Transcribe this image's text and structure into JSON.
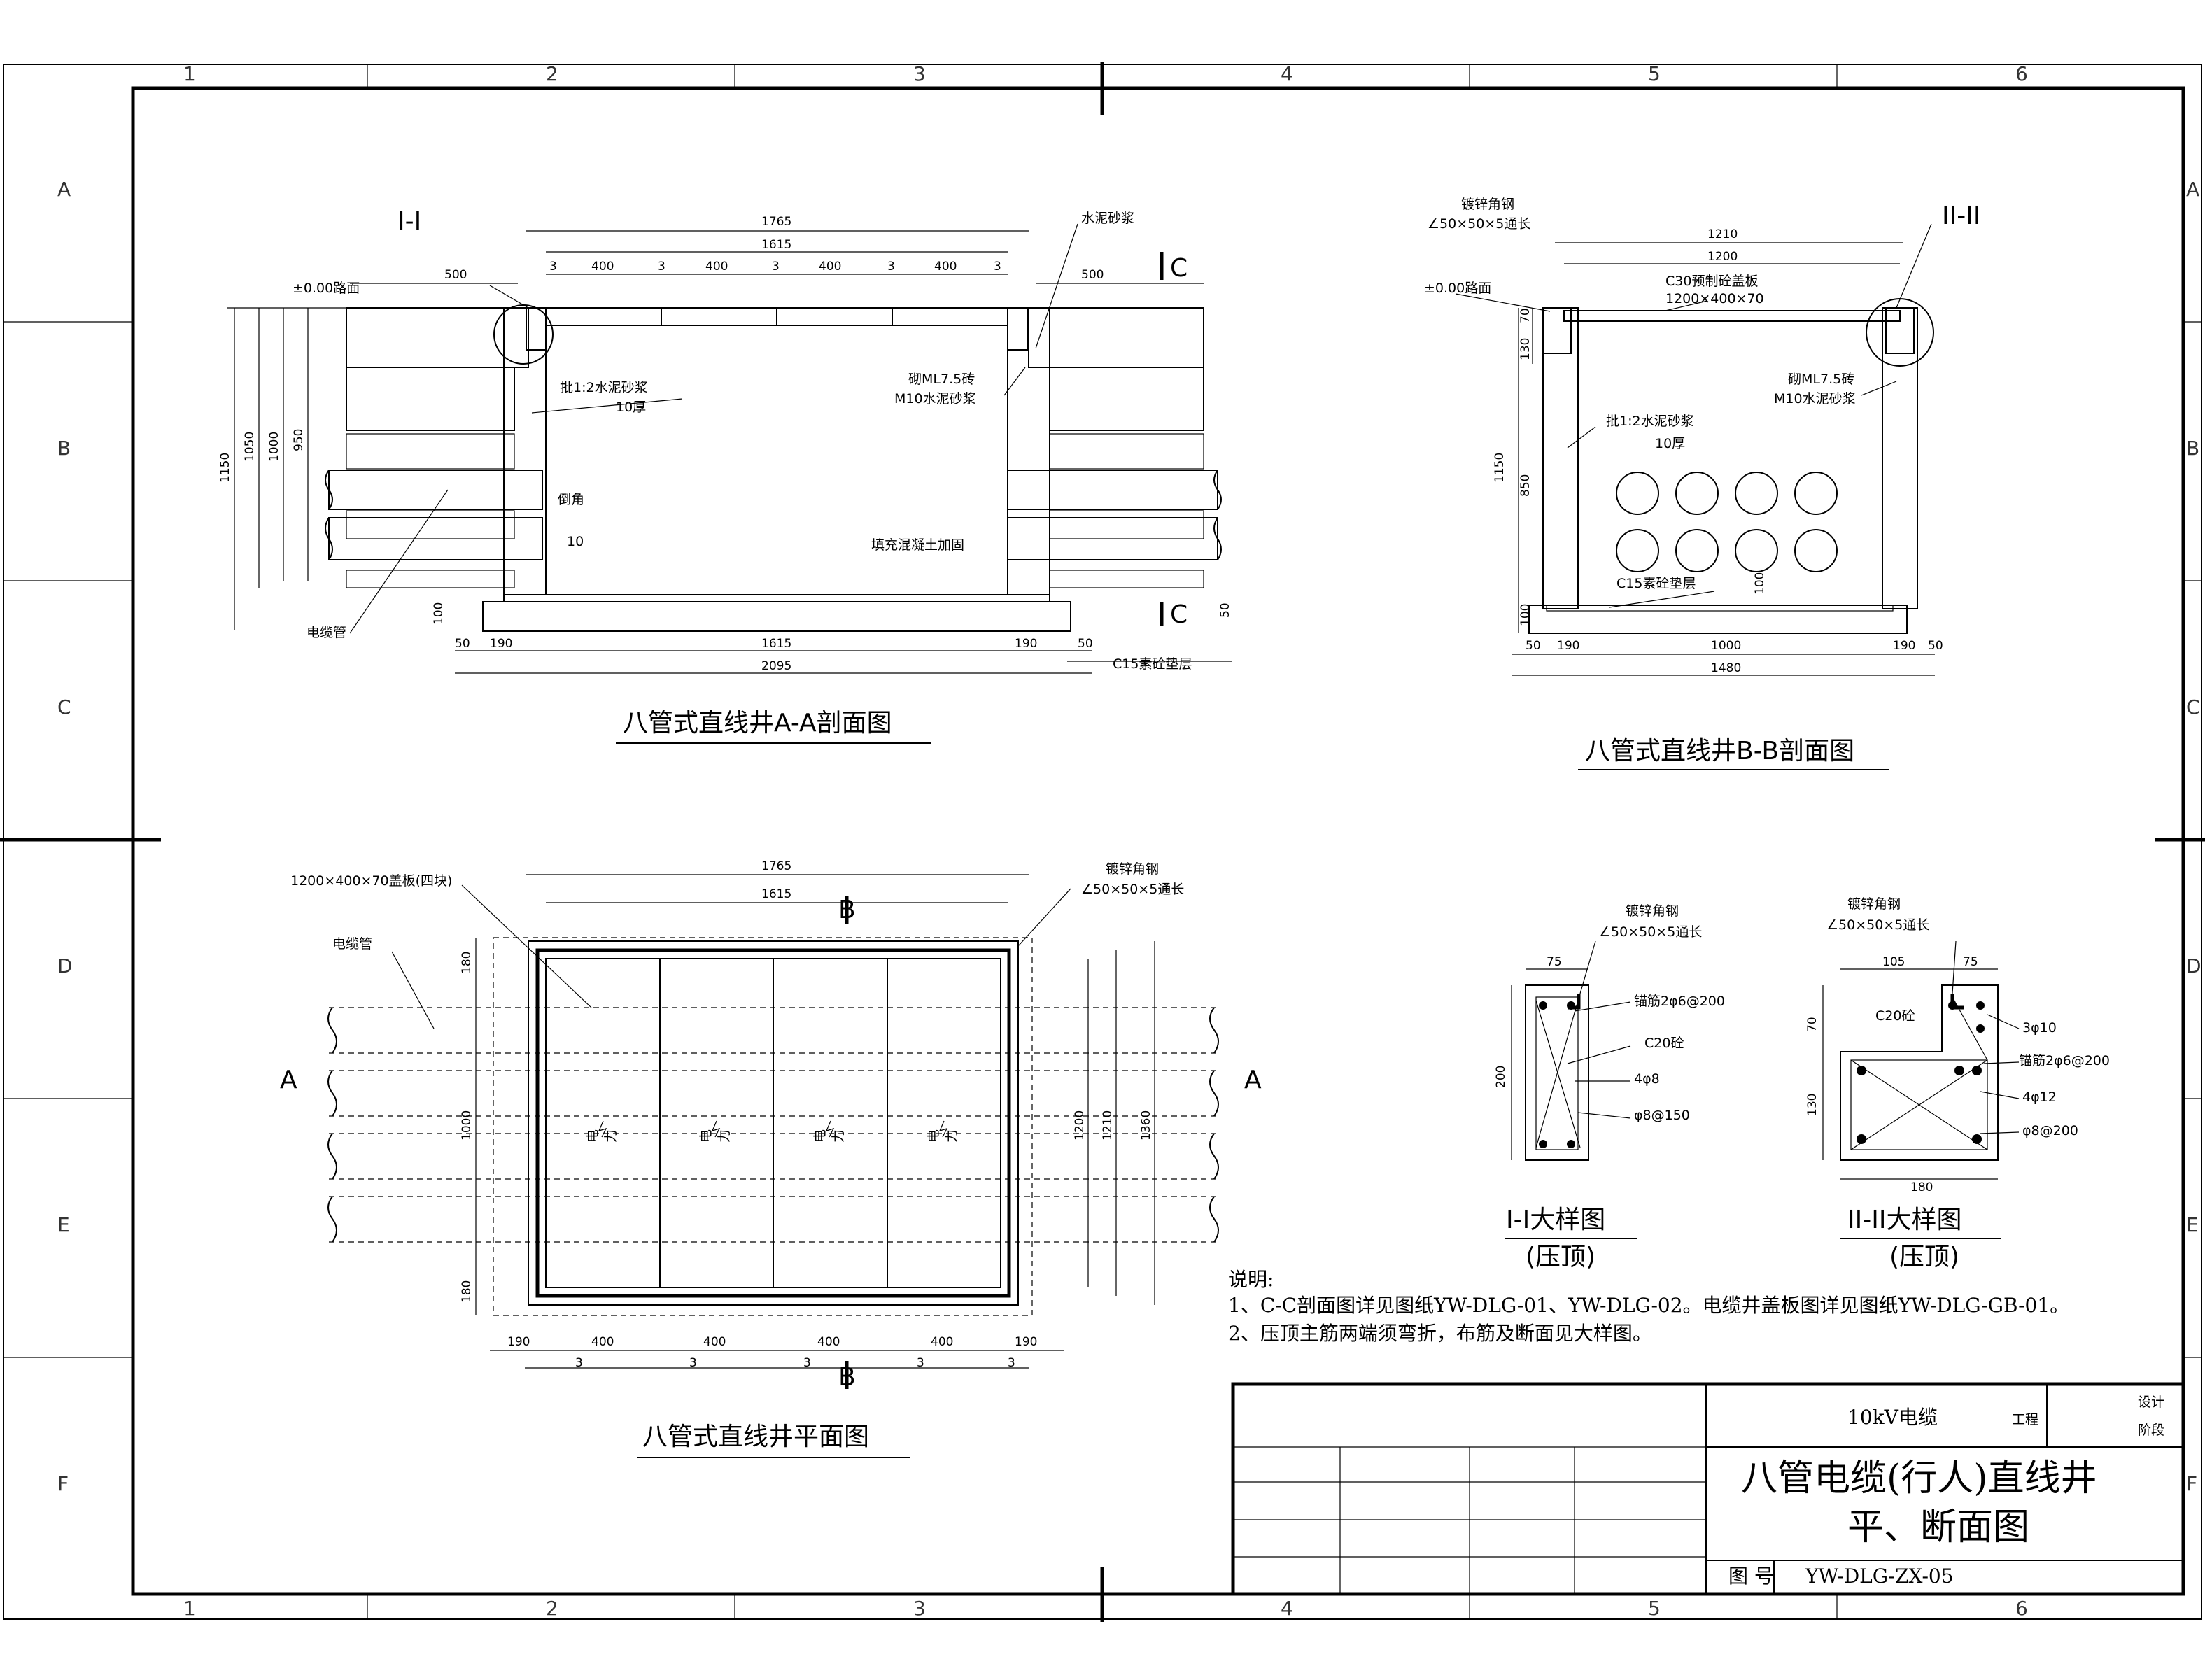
{
  "grid": {
    "cols": [
      "1",
      "2",
      "3",
      "4",
      "5",
      "6"
    ],
    "rows": [
      "A",
      "B",
      "C",
      "D",
      "E",
      "F"
    ]
  },
  "section_aa": {
    "title": "八管式直线井A-A剖面图",
    "detail_mark": "I-I",
    "section_mark": "C",
    "road_label": "±0.00路面",
    "dims_top": [
      "1765",
      "1615",
      "3",
      "400",
      "3",
      "400",
      "3",
      "400",
      "3",
      "400",
      "3",
      "500",
      "500"
    ],
    "dims_left": [
      "1150",
      "1050",
      "1000",
      "950"
    ],
    "dims_bottom": [
      "50",
      "190",
      "1615",
      "190",
      "50",
      "2095",
      "100",
      "50"
    ],
    "label_cement": "水泥砂浆",
    "label_plaster": "批1:2水泥砂浆",
    "label_plaster_thk": "10厚",
    "label_brick": "砌ML7.5砖",
    "label_mortar": "M10水泥砂浆",
    "label_chamfer": "倒角",
    "label_chamfer_dim": "10",
    "label_fill": "填充混凝土加固",
    "label_pipe": "电缆管",
    "label_base": "C15素砼垫层"
  },
  "section_bb": {
    "title": "八管式直线井B-B剖面图",
    "detail_mark": "II-II",
    "label_angle": "镀锌角钢",
    "label_angle_spec": "∠50×50×5通长",
    "road_label": "±0.00路面",
    "label_slab": "C30预制砼盖板",
    "label_slab_spec": "1200×400×70",
    "label_brick": "砌ML7.5砖",
    "label_mortar": "M10水泥砂浆",
    "label_plaster": "批1:2水泥砂浆",
    "label_plaster_thk": "10厚",
    "label_base": "C15素砼垫层",
    "dims_top": [
      "1210",
      "1200"
    ],
    "dims_left": [
      "70",
      "130",
      "1150",
      "850",
      "100"
    ],
    "dims_bottom": [
      "50",
      "190",
      "1000",
      "190",
      "50",
      "1480"
    ],
    "dim_base": "100"
  },
  "plan": {
    "title": "八管式直线井平面图",
    "label_cover": "1200×400×70盖板(四块)",
    "label_pipe": "电缆管",
    "label_angle": "镀锌角钢",
    "label_angle_spec": "∠50×50×5通长",
    "section_a": "A",
    "section_b": "B",
    "dims_top": [
      "1765",
      "1615"
    ],
    "dims_left": [
      "180",
      "1000",
      "180"
    ],
    "dims_right": [
      "1200",
      "1210",
      "1360"
    ],
    "dims_bottom": [
      "190",
      "400",
      "400",
      "400",
      "400",
      "190"
    ],
    "dims_bottom_small": [
      "3",
      "3",
      "3",
      "3",
      "3"
    ],
    "cell_label_1": "电",
    "cell_label_2": "力"
  },
  "detail_1": {
    "title": "I-I大样图",
    "subtitle": "(压顶)",
    "label_angle": "镀锌角钢",
    "label_angle_spec": "∠50×50×5通长",
    "label_anchor": "锚筋2φ6@200",
    "label_concrete": "C20砼",
    "label_main": "4φ8",
    "label_stirrup": "φ8@150",
    "dim_w": "75",
    "dim_h": "200"
  },
  "detail_2": {
    "title": "II-II大样图",
    "subtitle": "(压顶)",
    "label_angle": "镀锌角钢",
    "label_angle_spec": "∠50×50×5通长",
    "label_concrete": "C20砼",
    "label_bar1": "3φ10",
    "label_anchor": "锚筋2φ6@200",
    "label_main": "4φ12",
    "label_stirrup": "φ8@200",
    "dim_w1": "105",
    "dim_w2": "75",
    "dim_h1": "70",
    "dim_h2": "130",
    "dim_b": "180"
  },
  "notes": {
    "heading": "说明:",
    "line1": "1、C-C剖面图详见图纸YW-DLG-01、YW-DLG-02。电缆井盖板图详见图纸YW-DLG-GB-01。",
    "line2": "2、压顶主筋两端须弯折，布筋及断面见大样图。"
  },
  "title_block": {
    "project": "10kV电缆",
    "project_suffix": "工程",
    "stage_1": "设计",
    "stage_2": "阶段",
    "drawing_title_1": "八管电缆(行人)直线井",
    "drawing_title_2": "平、断面图",
    "drawing_no_label": "图  号",
    "drawing_no": "YW-DLG-ZX-05"
  }
}
